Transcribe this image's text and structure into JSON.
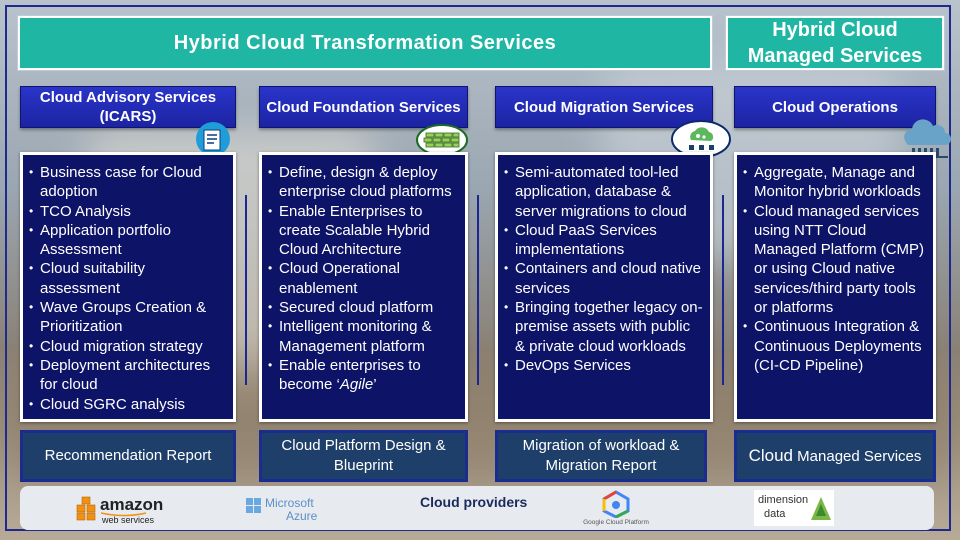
{
  "banners": {
    "main": "Hybrid Cloud Transformation Services",
    "side": "Hybrid Cloud Managed Services"
  },
  "columns": [
    {
      "title": "Cloud Advisory Services (ICARS)",
      "icon": "document-cloud-icon",
      "items": [
        "Business case for Cloud adoption",
        "TCO Analysis",
        "Application portfolio Assessment",
        "Cloud suitability assessment",
        "Wave Groups Creation & Prioritization",
        "Cloud migration strategy",
        "Deployment architectures for cloud",
        "Cloud SGRC analysis"
      ],
      "outcome": "Recommendation Report"
    },
    {
      "title": "Cloud Foundation Services",
      "icon": "brick-wall-icon",
      "items": [
        "Define, design & deploy enterprise cloud platforms",
        "Enable Enterprises to create Scalable Hybrid Cloud Architecture",
        "Cloud Operational enablement",
        "Secured cloud platform",
        "Intelligent  monitoring & Management platform",
        "Enable enterprises to become ‘Agile’"
      ],
      "outcome": "Cloud Platform Design & Blueprint"
    },
    {
      "title": "Cloud Migration Services",
      "icon": "cloud-gears-icon",
      "items": [
        "Semi-automated tool-led application, database & server migrations to cloud",
        "Cloud PaaS Services implementations",
        "Containers and cloud native services",
        "Bringing together legacy on-premise assets with public & private cloud workloads",
        "DevOps Services"
      ],
      "outcome": "Migration of workload & Migration Report"
    },
    {
      "title": "Cloud Operations",
      "icon": "cloud-server-icon",
      "items": [
        "Aggregate, Manage and Monitor hybrid workloads",
        "Cloud managed services using NTT Cloud Managed Platform (CMP) or using Cloud native services/third party tools or platforms",
        "Continuous Integration & Continuous Deployments (CI-CD Pipeline)"
      ],
      "outcome": "Cloud Managed Services"
    }
  ],
  "providers": {
    "label": "Cloud providers",
    "amazon": {
      "name": "amazon",
      "sub": "web services"
    },
    "azure": {
      "name": "Microsoft",
      "sub": "Azure"
    },
    "google": {
      "sub": "Google Cloud Platform"
    },
    "dimension": {
      "name": "dimension",
      "sub": "data"
    }
  },
  "colors": {
    "banner": "#1fb6a4",
    "header": "#2a35c9",
    "panel": "#0d1467",
    "outcome": "#1f3f6b"
  }
}
